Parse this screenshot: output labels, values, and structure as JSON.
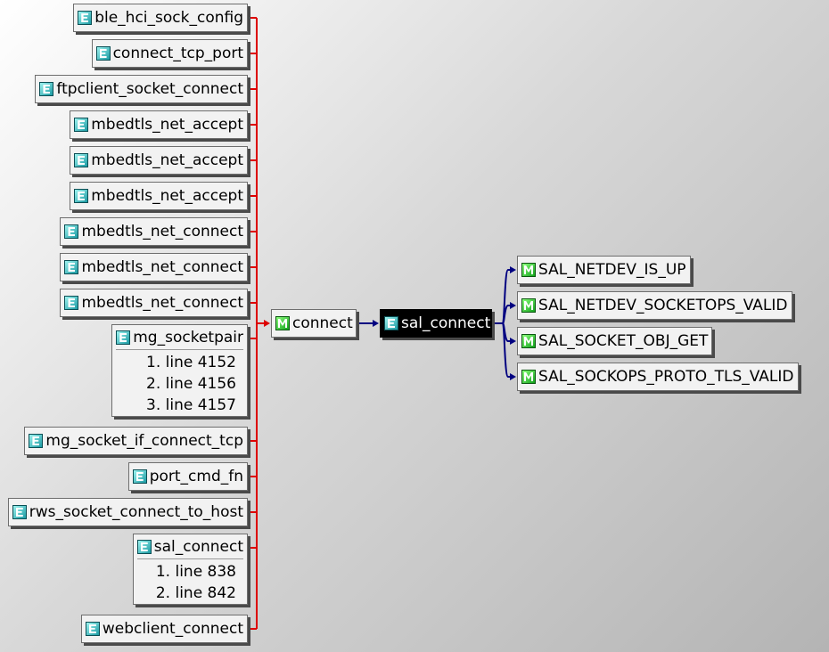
{
  "callers": [
    {
      "label": "ble_hci_sock_config"
    },
    {
      "label": "connect_tcp_port"
    },
    {
      "label": "ftpclient_socket_connect"
    },
    {
      "label": "mbedtls_net_accept"
    },
    {
      "label": "mbedtls_net_accept"
    },
    {
      "label": "mbedtls_net_accept"
    },
    {
      "label": "mbedtls_net_connect"
    },
    {
      "label": "mbedtls_net_connect"
    },
    {
      "label": "mbedtls_net_connect"
    },
    {
      "label": "mg_socketpair",
      "lines": [
        "1. line 4152",
        "2. line 4156",
        "3. line 4157"
      ]
    },
    {
      "label": "mg_socket_if_connect_tcp"
    },
    {
      "label": "port_cmd_fn"
    },
    {
      "label": "rws_socket_connect_to_host"
    },
    {
      "label": "sal_connect",
      "lines": [
        "1. line 838",
        "2. line 842"
      ]
    },
    {
      "label": "webclient_connect"
    }
  ],
  "center": {
    "label": "connect",
    "icon": "macro-icon"
  },
  "focus": {
    "label": "sal_connect",
    "icon": "function-icon"
  },
  "callees": [
    {
      "label": "SAL_NETDEV_IS_UP",
      "icon": "macro-icon"
    },
    {
      "label": "SAL_NETDEV_SOCKETOPS_VALID",
      "icon": "macro-icon"
    },
    {
      "label": "SAL_SOCKET_OBJ_GET",
      "icon": "macro-icon"
    },
    {
      "label": "SAL_SOCKOPS_PROTO_TLS_VALID",
      "icon": "macro-icon"
    }
  ],
  "colors": {
    "caller_wire": "#dd0000",
    "callee_wire": "#000080"
  }
}
